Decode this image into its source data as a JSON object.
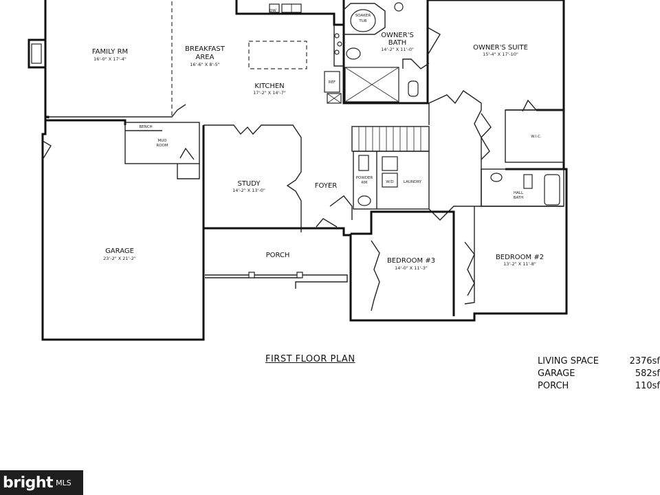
{
  "plan_title": "FIRST FLOOR PLAN",
  "rooms": {
    "family_rm": {
      "name": "FAMILY RM",
      "dim": "16'-0\" X 17'-4\""
    },
    "breakfast": {
      "name_line1": "BREAKFAST",
      "name_line2": "AREA",
      "dim": "16'-6\" X 8'-5\""
    },
    "kitchen": {
      "name": "KITCHEN",
      "dim": "17'-2\" X 14'-7\""
    },
    "soaker_tub": {
      "name_line1": "SOAKER",
      "name_line2": "TUB"
    },
    "owners_bath": {
      "name_line1": "OWNER'S",
      "name_line2": "BATH",
      "dim": "14'-2\" X 11'-0\""
    },
    "owners_suite": {
      "name": "OWNER'S SUITE",
      "dim": "15'-4\" X 17'-10\""
    },
    "bench": {
      "name": "BENCH"
    },
    "mud_room": {
      "name_line1": "MUD",
      "name_line2": "ROOM"
    },
    "study": {
      "name": "STUDY",
      "dim": "14'-2\" X 13'-0\""
    },
    "foyer": {
      "name": "FOYER"
    },
    "powder": {
      "name_line1": "POWDER",
      "name_line2": "RM"
    },
    "laundry": {
      "name": "LAUNDRY"
    },
    "wic": {
      "name": "W.I.C."
    },
    "hall_bath": {
      "name_line1": "HALL",
      "name_line2": "BATH"
    },
    "garage": {
      "name": "GARAGE",
      "dim": "23'-2\" X 21'-2\""
    },
    "porch": {
      "name": "PORCH"
    },
    "bedroom3": {
      "name": "BEDROOM #3",
      "dim": "14'-0\" X 11'-3\""
    },
    "bedroom2": {
      "name": "BEDROOM #2",
      "dim": "13'-2\" X 11'-8\""
    }
  },
  "fixtures": {
    "dw": "DW",
    "ref": "REF",
    "wd": "W/D"
  },
  "stats": [
    {
      "label": "LIVING SPACE",
      "value": "2376sf"
    },
    {
      "label": "GARAGE",
      "value": "582sf"
    },
    {
      "label": "PORCH",
      "value": "110sf"
    }
  ],
  "watermark": {
    "brand": "bright",
    "suffix": "MLS"
  }
}
